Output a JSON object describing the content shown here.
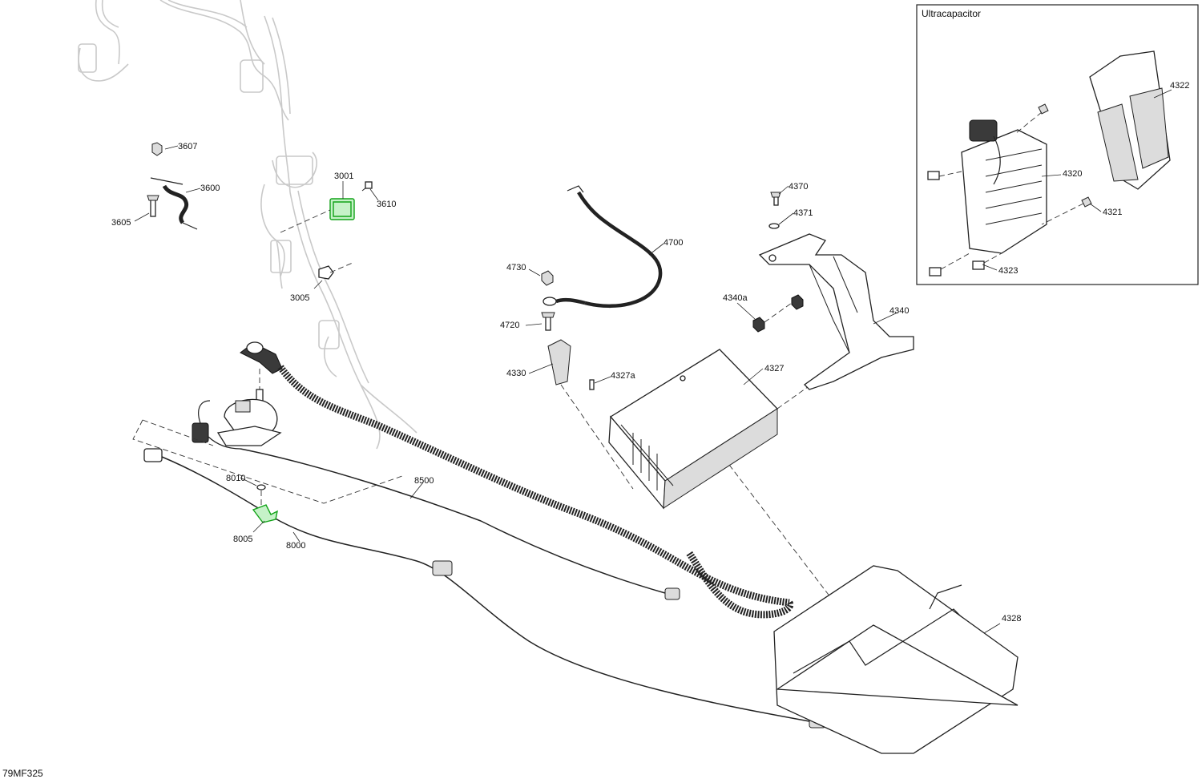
{
  "diagram": {
    "reference_code": "79MF325",
    "inset_title": "Ultracapacitor",
    "part_numbers": [
      "3607",
      "3600",
      "3605",
      "3001",
      "3610",
      "3005",
      "4370",
      "4371",
      "4700",
      "4730",
      "4720",
      "4330",
      "4327a",
      "4327",
      "4340a",
      "4340",
      "8010",
      "8005",
      "8500",
      "8000",
      "4328",
      "4322",
      "4320",
      "4321",
      "4323"
    ],
    "highlight_color": "#11a317"
  }
}
